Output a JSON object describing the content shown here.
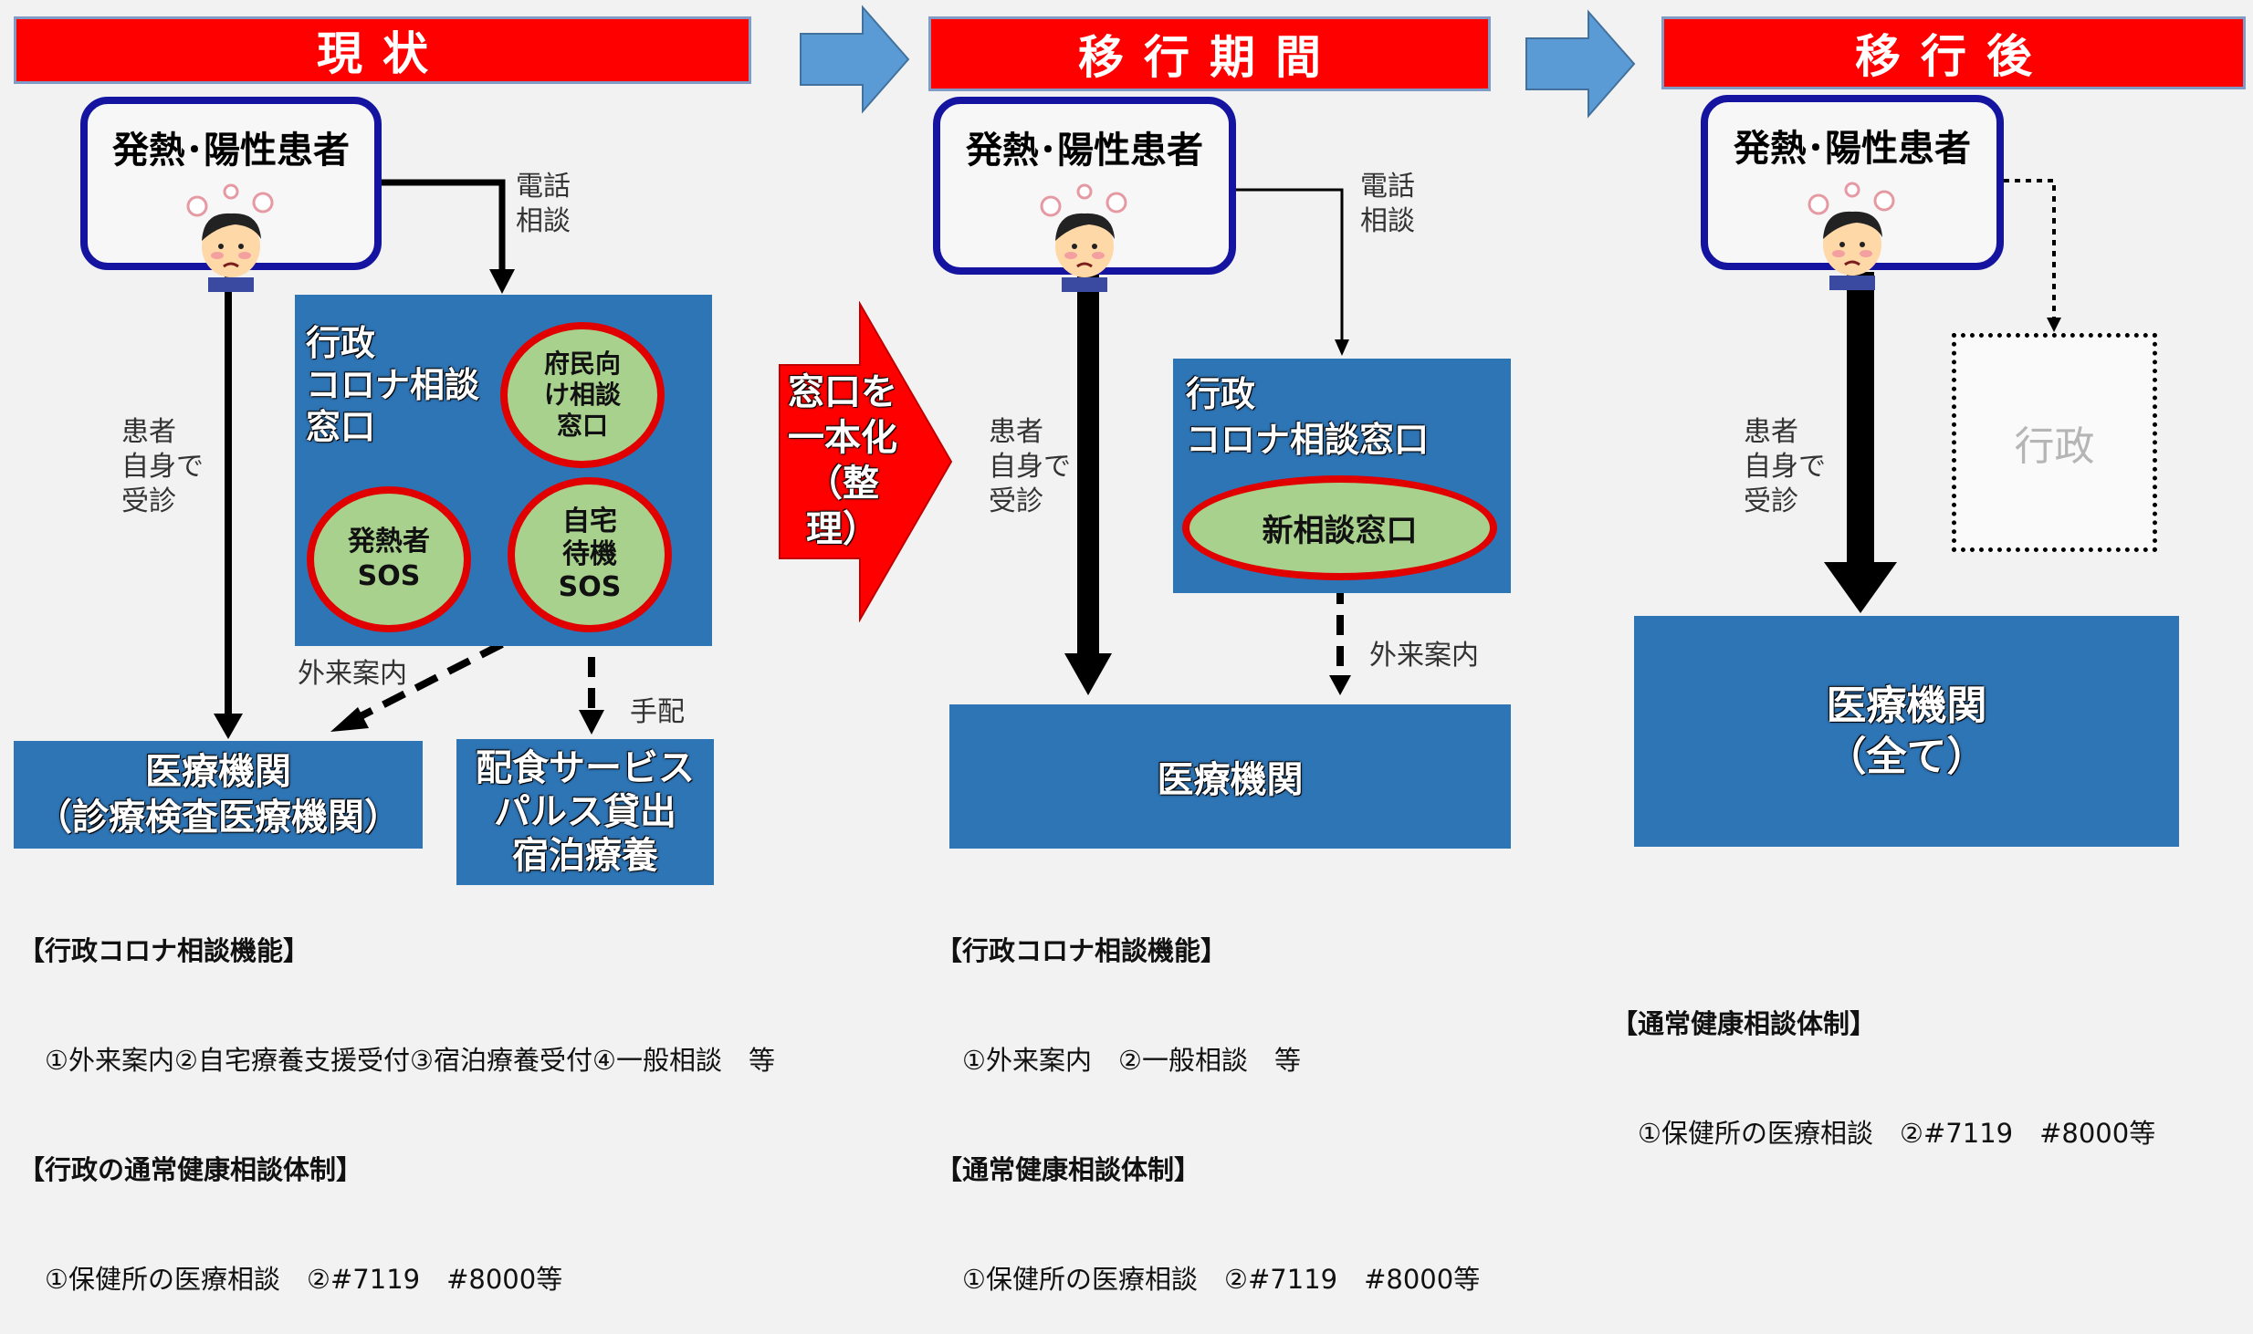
{
  "phases": {
    "current": "現状",
    "transition": "移行期間",
    "after": "移行後"
  },
  "patient_label": "発熱･陽性患者",
  "current": {
    "phone_label": "電話\n相談",
    "self_visit_label": "患者\n自身で\n受診",
    "admin_window": "行政\nコロナ相談\n窓口",
    "circles": {
      "prefecture": "府民向\nけ相談\n窓口",
      "fever_sos": "発熱者\nSOS",
      "home_sos": "自宅\n待機\nSOS"
    },
    "outpatient_label": "外来案内",
    "arrange_label": "手配",
    "medical": "医療機関\n（診療検査医療機関）",
    "services": "配食サービス\nパルス貸出\n宿泊療養",
    "notes": {
      "heading1": "【行政コロナ相談機能】",
      "line1": "　①外来案内②自宅療養支援受付③宿泊療養受付④一般相談　等",
      "heading2": "【行政の通常健康相談体制】",
      "line2": "　①保健所の医療相談　②#7119　#8000等"
    }
  },
  "unify_label": "窓口を\n一本化\n（整理）",
  "transition": {
    "phone_label": "電話\n相談",
    "self_visit_label": "患者\n自身で\n受診",
    "admin_window": "行政\nコロナ相談窓口",
    "new_window": "新相談窓口",
    "outpatient_label": "外来案内",
    "medical": "医療機関",
    "notes": {
      "heading1": "【行政コロナ相談機能】",
      "line1": "　①外来案内　②一般相談　等",
      "heading2": "【通常健康相談体制】",
      "line2": "　①保健所の医療相談　②#7119　#8000等"
    }
  },
  "after": {
    "self_visit_label": "患者\n自身で\n受診",
    "admin": "行政",
    "medical": "医療機関\n（全て）",
    "notes": {
      "heading2": "【通常健康相談体制】",
      "line2": "　①保健所の医療相談　②#7119　#8000等"
    }
  },
  "colors": {
    "phase_header": "#ff0000",
    "box_blue": "#2e75b6",
    "circle_fill": "#a9d18e",
    "circle_border": "#e00000",
    "patient_border": "#1414a0",
    "step_arrow": "#5b9bd5"
  }
}
